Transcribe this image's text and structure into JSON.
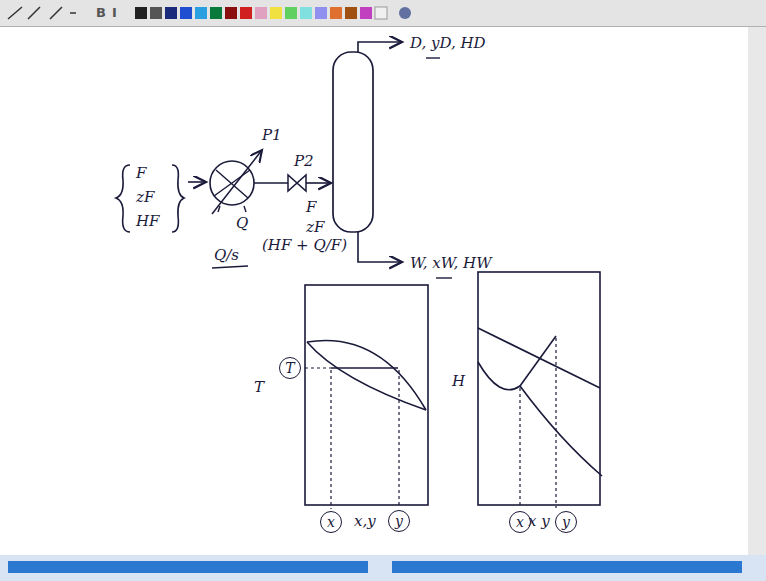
{
  "diagram": {
    "nodes": [
      {
        "text": [
          "T"
        ]
      },
      {
        "text": [
          "x"
        ]
      },
      {
        "text": [
          "y"
        ]
      },
      {
        "text": [
          "x"
        ]
      },
      {
        "text": [
          "y"
        ]
      }
    ],
    "labels": [
      "F",
      "zF",
      "HF",
      "P1",
      "Q",
      "Q/s",
      "P2",
      "F",
      "zF",
      "D, yD, HD",
      "(HF + Q/F)",
      "W, xW, HW",
      "T",
      "x,y",
      "H",
      "x y",
      "B",
      "I"
    ]
  }
}
